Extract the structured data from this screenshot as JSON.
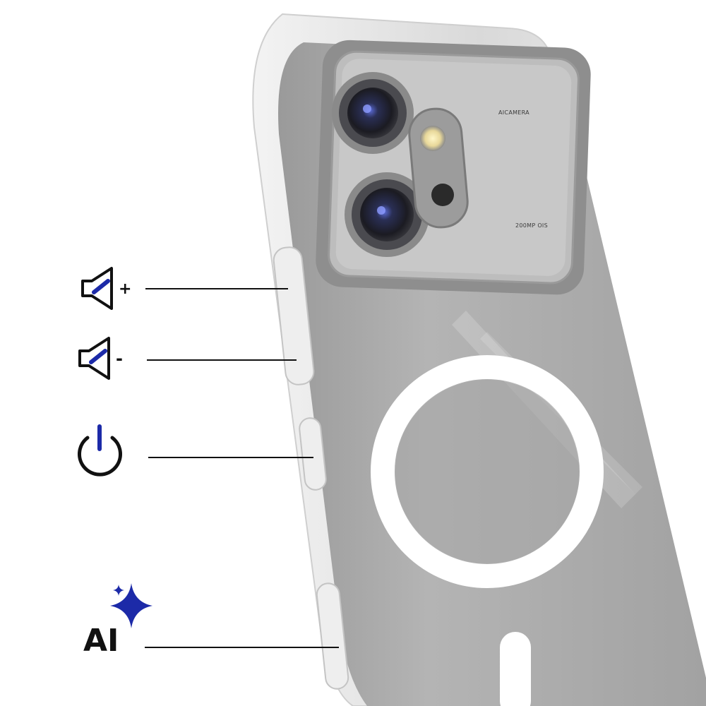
{
  "camera_module": {
    "label_top": "AICAMERA",
    "label_bottom": "200MP OIS"
  },
  "side_buttons": [
    {
      "id": "volume-up",
      "icon": "volume-up-icon",
      "sign": "+"
    },
    {
      "id": "volume-down",
      "icon": "volume-down-icon",
      "sign": "-"
    },
    {
      "id": "power",
      "icon": "power-icon"
    },
    {
      "id": "ai-key",
      "label": "AI",
      "icon": "sparkle-icon"
    }
  ],
  "colors": {
    "icon_accent": "#1c2aa8",
    "icon_outline": "#111111",
    "sparkle": "#1c2aa8",
    "phone_body": "#a9a9a9",
    "case_clear": "#e6e6e6",
    "magsafe_ring": "#ffffff"
  }
}
